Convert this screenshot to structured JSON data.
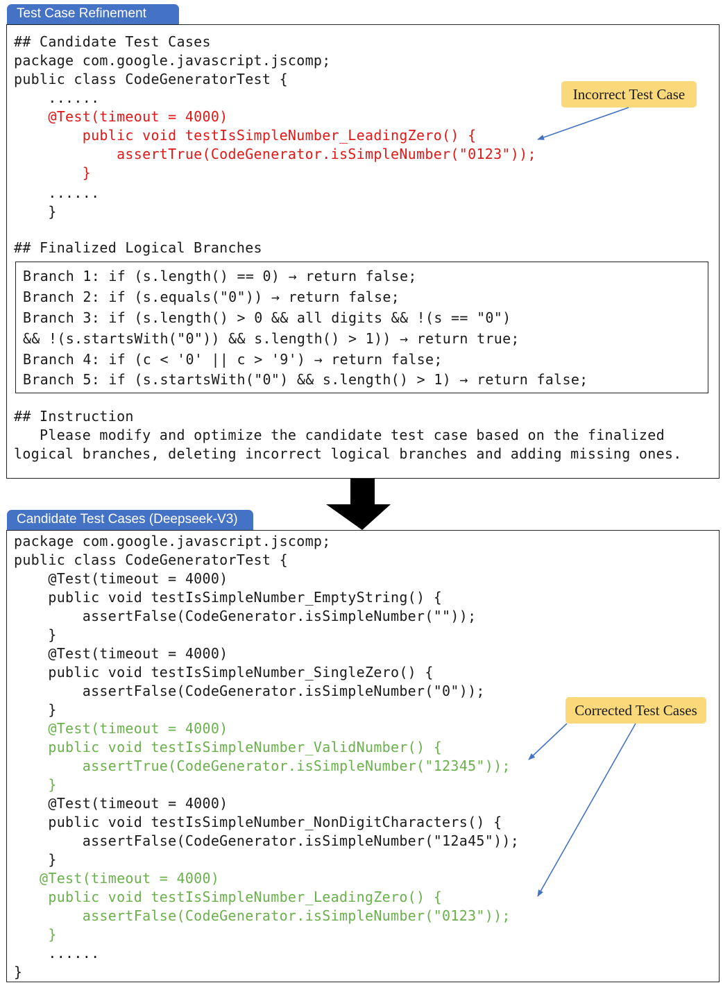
{
  "tab_top": "Test Case Refinement",
  "tab_bottom": "Candidate Test Cases (Deepseek-V3)",
  "callout_incorrect": "Incorrect Test Case",
  "callout_corrected": "Corrected Test Cases",
  "colors": {
    "tab": "#4472c4",
    "callout": "#fbd97a",
    "incorrect": "#e01818",
    "corrected": "#6ab04c",
    "arrow": "#4472c4"
  },
  "top_code": [
    "## Candidate Test Cases",
    "package com.google.javascript.jscomp;",
    "public class CodeGeneratorTest {",
    "    ......",
    "    @Test(timeout = 4000)",
    "        public void testIsSimpleNumber_LeadingZero() {",
    "            assertTrue(CodeGenerator.isSimpleNumber(\"0123\"));",
    "        }",
    "    ......",
    "    }",
    "## Finalized Logical Branches"
  ],
  "branches": [
    "Branch 1: if (s.length() == 0) → return false;",
    "Branch 2: if (s.equals(\"0\")) → return false;",
    "Branch 3: if (s.length() > 0 && all digits && !(s == \"0\")",
    "&& !(s.startsWith(\"0\")) && s.length() > 1)) → return true;",
    "Branch 4: if (c < '0' || c > '9') → return false;",
    "Branch 5: if (s.startsWith(\"0\") && s.length() > 1) → return false;"
  ],
  "instruction": [
    "## Instruction",
    "   Please modify and optimize the candidate test case based on the finalized",
    "logical branches, deleting incorrect logical branches and adding missing ones."
  ],
  "bottom_code": [
    "package com.google.javascript.jscomp;",
    "public class CodeGeneratorTest {",
    "    @Test(timeout = 4000)",
    "    public void testIsSimpleNumber_EmptyString() {",
    "        assertFalse(CodeGenerator.isSimpleNumber(\"\"));",
    "    }",
    "    @Test(timeout = 4000)",
    "    public void testIsSimpleNumber_SingleZero() {",
    "        assertFalse(CodeGenerator.isSimpleNumber(\"0\"));",
    "    }",
    "    @Test(timeout = 4000)",
    "    public void testIsSimpleNumber_ValidNumber() {",
    "        assertTrue(CodeGenerator.isSimpleNumber(\"12345\"));",
    "    }",
    "    @Test(timeout = 4000)",
    "    public void testIsSimpleNumber_NonDigitCharacters() {",
    "        assertFalse(CodeGenerator.isSimpleNumber(\"12a45\"));",
    "    }",
    "   @Test(timeout = 4000)",
    "    public void testIsSimpleNumber_LeadingZero() {",
    "        assertFalse(CodeGenerator.isSimpleNumber(\"0123\"));",
    "    }",
    "    ......",
    "}"
  ]
}
